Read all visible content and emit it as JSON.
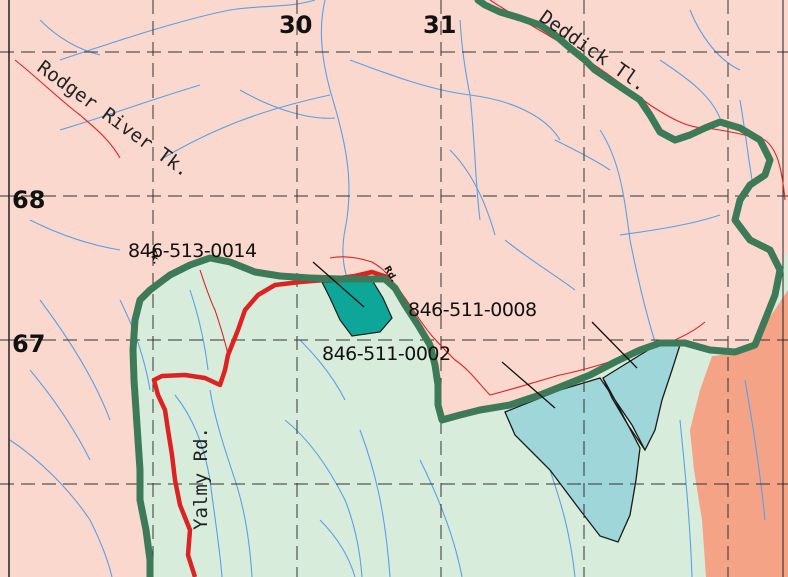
{
  "grid": {
    "eastings": [
      "30",
      "31"
    ],
    "northings": [
      "68",
      "67"
    ]
  },
  "roads": {
    "rodger_river": "Rodger River Tk.",
    "deddick": "Deddick Tl.",
    "yalmy": "Yalmy Rd.",
    "rd_fragment": "Rd.",
    "tk_fragment": "Tk."
  },
  "parcels": [
    {
      "id": "846-513-0014"
    },
    {
      "id": "846-511-0008"
    },
    {
      "id": "846-511-0002"
    }
  ],
  "colors": {
    "outside_zone": "#fad8cd",
    "inside_zone": "#d8ecdc",
    "eastern_zone": "#f4a387",
    "boundary": "#3d7a57",
    "road": "#dd2222",
    "stream": "#5aa0e6",
    "parcel_dark": "#0fa69a",
    "parcel_light": "#9ed6da",
    "grid_line": "#333333"
  }
}
